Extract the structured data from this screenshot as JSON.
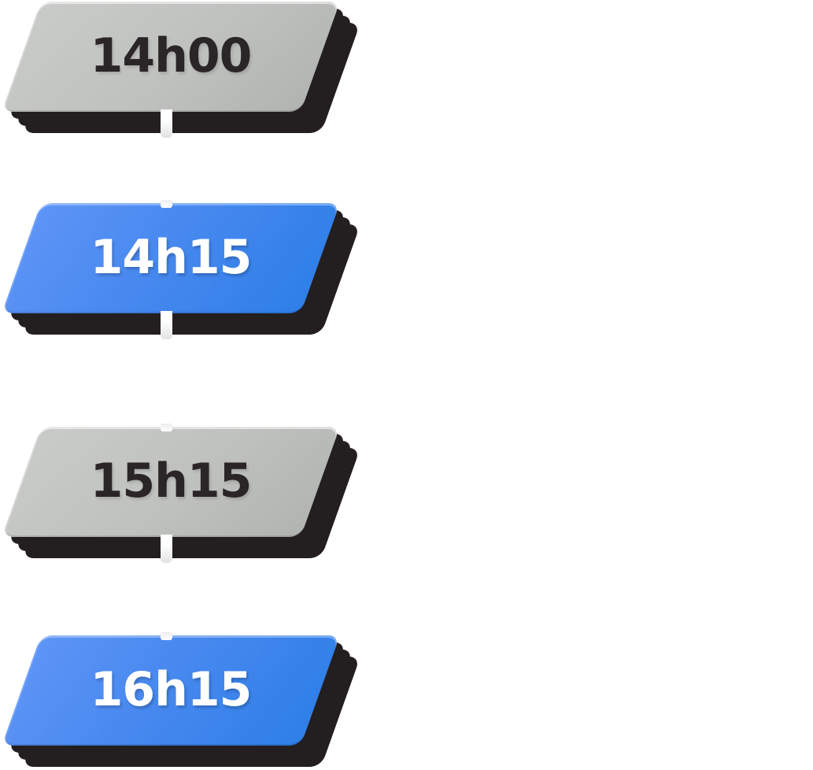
{
  "theme": {
    "background": "#ffffff",
    "gray_face_start": "#c9cbc8",
    "gray_face_end": "#b2b4b1",
    "blue_face_start": "#5e94f6",
    "blue_face_end": "#2e7fe8",
    "shadow": "#231e20",
    "text_on_gray": "#2a2526",
    "text_on_blue": "#ffffff",
    "connector": "#ffffff"
  },
  "slots": [
    {
      "label": "14h00",
      "variant": "gray"
    },
    {
      "label": "14h15",
      "variant": "blue"
    },
    {
      "label": "15h15",
      "variant": "gray"
    },
    {
      "label": "16h15",
      "variant": "blue"
    }
  ]
}
